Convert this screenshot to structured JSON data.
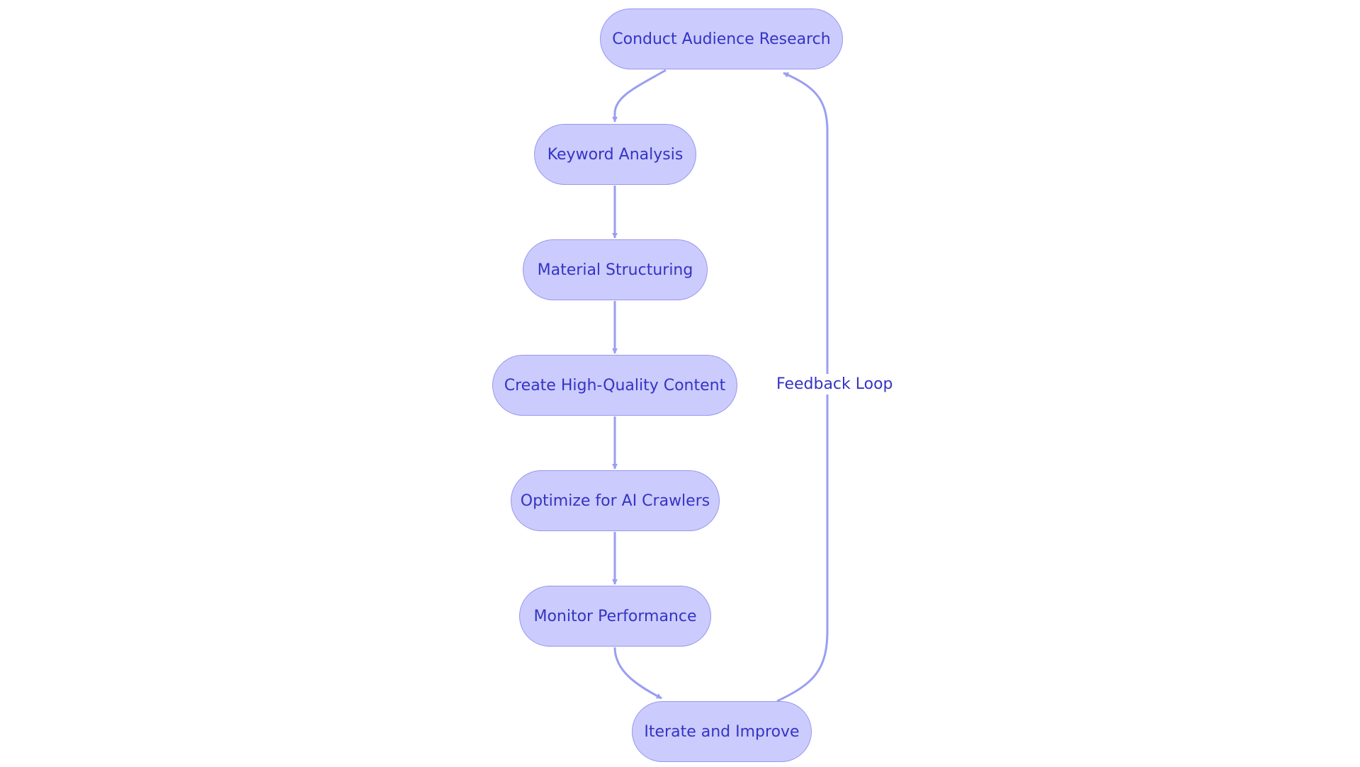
{
  "diagram": {
    "colors": {
      "node_fill": "#cbcbfd",
      "node_border": "#9797ee",
      "text": "#3434c4",
      "edge": "#9a9ef0"
    },
    "nodes": [
      {
        "id": "research",
        "label": "Conduct Audience Research"
      },
      {
        "id": "keyword",
        "label": "Keyword Analysis"
      },
      {
        "id": "structuring",
        "label": "Material Structuring"
      },
      {
        "id": "content",
        "label": "Create High-Quality Content"
      },
      {
        "id": "optimize",
        "label": "Optimize for AI Crawlers"
      },
      {
        "id": "monitor",
        "label": "Monitor Performance"
      },
      {
        "id": "iterate",
        "label": "Iterate and Improve"
      }
    ],
    "edges": [
      {
        "from": "research",
        "to": "keyword"
      },
      {
        "from": "keyword",
        "to": "structuring"
      },
      {
        "from": "structuring",
        "to": "content"
      },
      {
        "from": "content",
        "to": "optimize"
      },
      {
        "from": "optimize",
        "to": "monitor"
      },
      {
        "from": "monitor",
        "to": "iterate"
      },
      {
        "from": "iterate",
        "to": "research",
        "label": "Feedback Loop"
      }
    ]
  }
}
